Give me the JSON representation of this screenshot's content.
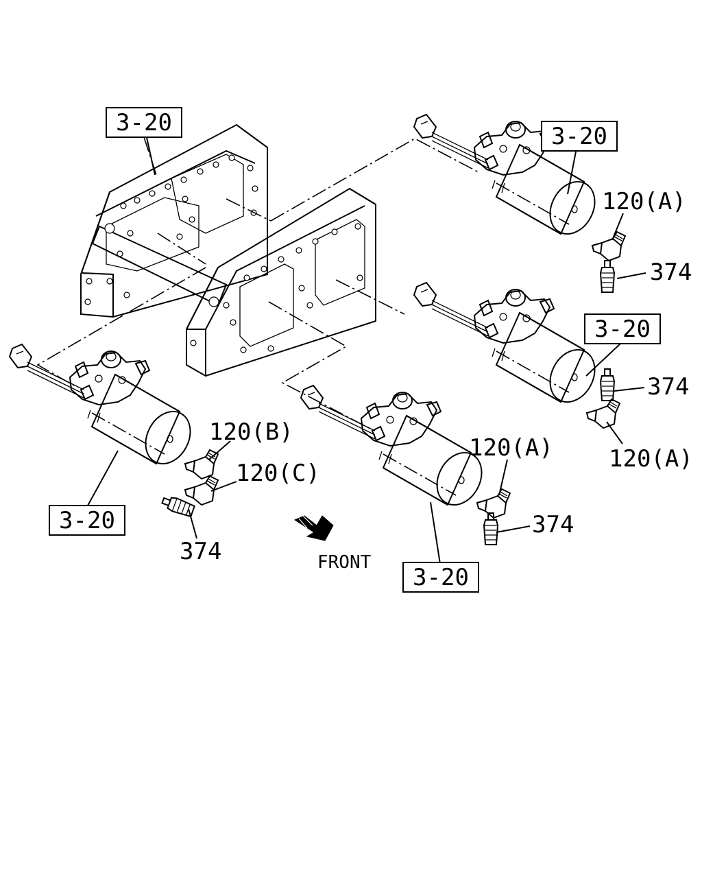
{
  "diagram": {
    "front_label": "FRONT",
    "ref_boxes": [
      {
        "id": "ref-box-1",
        "text": "3-20"
      },
      {
        "id": "ref-box-2",
        "text": "3-20"
      },
      {
        "id": "ref-box-3",
        "text": "3-20"
      },
      {
        "id": "ref-box-4",
        "text": "3-20"
      },
      {
        "id": "ref-box-5",
        "text": "3-20"
      }
    ],
    "callouts": [
      {
        "id": "callout-120a-top",
        "text": "120(A)"
      },
      {
        "id": "callout-374-top",
        "text": "374"
      },
      {
        "id": "callout-374-mid",
        "text": "374"
      },
      {
        "id": "callout-120a-mid",
        "text": "120(A)"
      },
      {
        "id": "callout-120b",
        "text": "120(B)"
      },
      {
        "id": "callout-120c",
        "text": "120(C)"
      },
      {
        "id": "callout-374-left",
        "text": "374"
      },
      {
        "id": "callout-120a-bottom",
        "text": "120(A)"
      },
      {
        "id": "callout-374-bottom",
        "text": "374"
      }
    ]
  }
}
